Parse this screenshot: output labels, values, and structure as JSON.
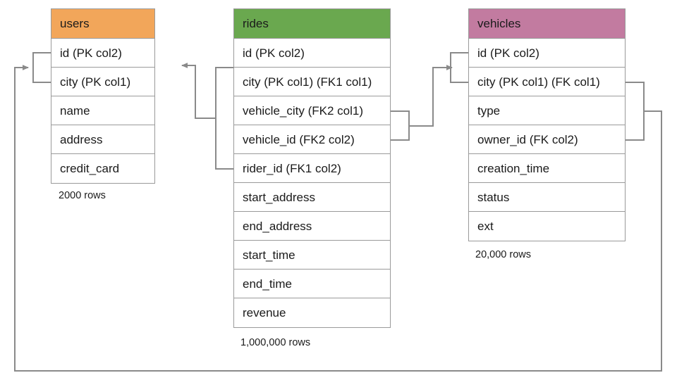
{
  "diagram": {
    "title": "Ride-sharing database entity relationship diagram",
    "type": "entity-relationship",
    "background": "#ffffff",
    "line_color": "#8a8a8a"
  },
  "entities": [
    {
      "id": "users",
      "name": "users",
      "header_color": "#f2a65a",
      "row_count_label": "2000 rows",
      "fields": [
        {
          "label": "id (PK col2)"
        },
        {
          "label": "city (PK col1)"
        },
        {
          "label": "name"
        },
        {
          "label": "address"
        },
        {
          "label": "credit_card"
        }
      ]
    },
    {
      "id": "rides",
      "name": "rides",
      "header_color": "#6aa84f",
      "row_count_label": "1,000,000 rows",
      "fields": [
        {
          "label": "id (PK col2)"
        },
        {
          "label": "city (PK col1) (FK1 col1)"
        },
        {
          "label": "vehicle_city (FK2 col1)"
        },
        {
          "label": "vehicle_id (FK2 col2)"
        },
        {
          "label": "rider_id (FK1 col2)"
        },
        {
          "label": "start_address"
        },
        {
          "label": "end_address"
        },
        {
          "label": "start_time"
        },
        {
          "label": "end_time"
        },
        {
          "label": "revenue"
        }
      ]
    },
    {
      "id": "vehicles",
      "name": "vehicles",
      "header_color": "#c27ba0",
      "row_count_label": "20,000 rows",
      "fields": [
        {
          "label": "id (PK col2)"
        },
        {
          "label": "city (PK col1) (FK col1)"
        },
        {
          "label": "type"
        },
        {
          "label": "owner_id (FK col2)"
        },
        {
          "label": "creation_time"
        },
        {
          "label": "status"
        },
        {
          "label": "ext"
        }
      ]
    }
  ],
  "relationships": [
    {
      "id": "rides-to-users",
      "from": "rides",
      "to": "users",
      "from_fields": [
        "city (PK col1) (FK1 col1)",
        "rider_id (FK1 col2)"
      ],
      "to_fields": [
        "id (PK col2)",
        "city (PK col1)"
      ],
      "arrow": "to-users"
    },
    {
      "id": "rides-to-vehicles",
      "from": "rides",
      "to": "vehicles",
      "from_fields": [
        "vehicle_city (FK2 col1)",
        "vehicle_id (FK2 col2)"
      ],
      "to_fields": [
        "id (PK col2)",
        "city (PK col1) (FK col1)"
      ],
      "arrow": "to-vehicles"
    },
    {
      "id": "vehicles-to-users",
      "from": "vehicles",
      "to": "users",
      "from_fields": [
        "city (PK col1) (FK col1)",
        "owner_id (FK col2)"
      ],
      "to_fields": [
        "id (PK col2)",
        "city (PK col1)"
      ],
      "arrow": "to-users"
    }
  ]
}
